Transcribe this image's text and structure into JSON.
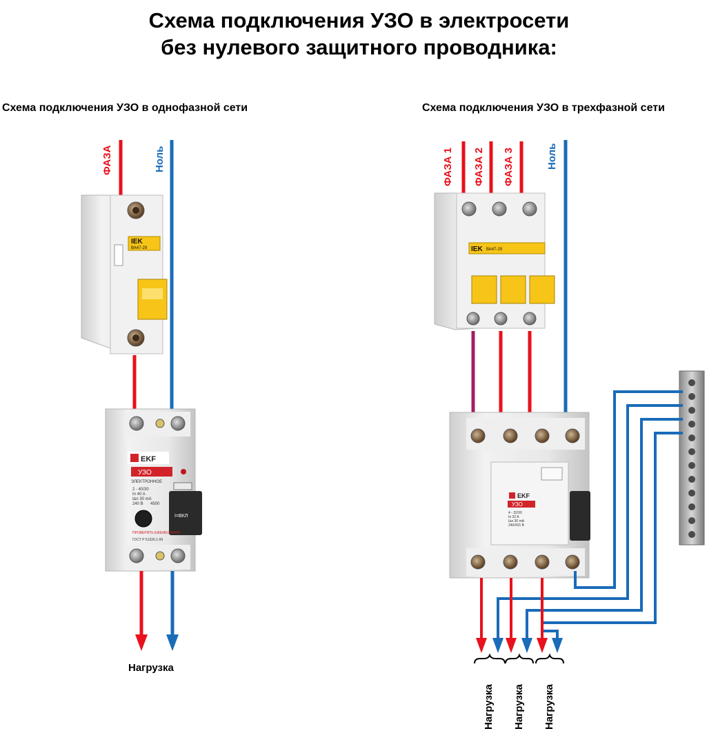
{
  "title": {
    "line1": "Схема подключения УЗО в электросети",
    "line2": "без нулевого защитного проводника:"
  },
  "left": {
    "heading": "Схема подключения УЗО в однофазной сети",
    "phase_label": "ФАЗА",
    "neutral_label": "Ноль",
    "load_label": "Нагрузка",
    "breaker": {
      "brand": "IEK",
      "model": "ВА47-29"
    },
    "rcd": {
      "brand": "EKF",
      "name": "УЗО",
      "type": "ЭЛЕКТРОННОЕ",
      "spec1": "2 - 40/30",
      "spec2": "In 40 A",
      "spec3": "I∆n 30 mA",
      "spec4": "240 В",
      "code": "4500",
      "switch": "I=ВКЛ",
      "test_label": "ПРОВЕРЯТЬ ЕЖЕМЕСЯЧНО",
      "standard": "ГОСТ Р 51326.1-99"
    }
  },
  "right": {
    "heading": "Схема подключения УЗО в трехфазной сети",
    "phase1_label": "ФАЗА 1",
    "phase2_label": "ФАЗА 2",
    "phase3_label": "ФАЗА 3",
    "neutral_label": "Ноль",
    "load_labels": [
      "Нагрузка",
      "Нагрузка",
      "Нагрузка"
    ],
    "breaker": {
      "brand": "IEK",
      "model": "ВА47-29"
    },
    "rcd": {
      "brand": "EKF",
      "name": "УЗО",
      "spec1": "4 - 32/30",
      "spec2": "In 32 A",
      "spec3": "I∆n 30 mA",
      "spec4": "240/415 В"
    }
  },
  "colors": {
    "phase": "#e8111c",
    "neutral": "#1a6bb8",
    "device_body": "#e4e4e4",
    "breaker_handle": "#f7c418",
    "ekf_red": "#d2232a"
  }
}
